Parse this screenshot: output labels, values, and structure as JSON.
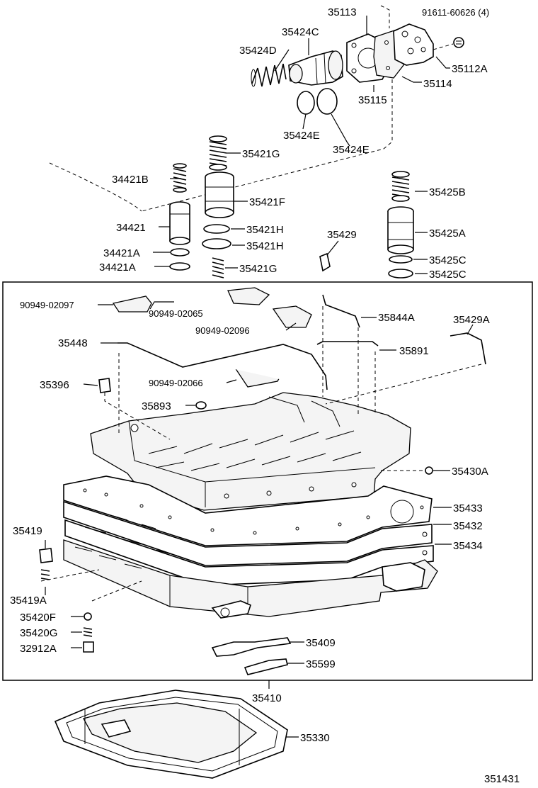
{
  "diagram": {
    "reference_number": "351431",
    "parts": {
      "p35113": "35113",
      "p91611": "91611-60626 (4)",
      "p35424C": "35424C",
      "p35424D": "35424D",
      "p35112A": "35112A",
      "p35114": "35114",
      "p35115": "35115",
      "p35424E_a": "35424E",
      "p35424E_b": "35424E",
      "p35421G_a": "35421G",
      "p34421B": "34421B",
      "p35421F": "35421F",
      "p35425B": "35425B",
      "p34421": "34421",
      "p35421H_a": "35421H",
      "p35421H_b": "35421H",
      "p35429": "35429",
      "p35425A": "35425A",
      "p34421A_a": "34421A",
      "p34421A_b": "34421A",
      "p35421G_b": "35421G",
      "p35425C_a": "35425C",
      "p35425C_b": "35425C",
      "p90949_02097": "90949-02097",
      "p90949_02065": "90949-02065",
      "p35844A": "35844A",
      "p35429A": "35429A",
      "p90949_02096": "90949-02096",
      "p35448": "35448",
      "p35891": "35891",
      "p90949_02066": "90949-02066",
      "p35396": "35396",
      "p35893": "35893",
      "p35430A": "35430A",
      "p35433": "35433",
      "p35419": "35419",
      "p35432": "35432",
      "p35434": "35434",
      "p35419A": "35419A",
      "p35420F": "35420F",
      "p35420G": "35420G",
      "p32912A": "32912A",
      "p35409": "35409",
      "p35599": "35599",
      "p35410": "35410",
      "p35330": "35330"
    }
  }
}
